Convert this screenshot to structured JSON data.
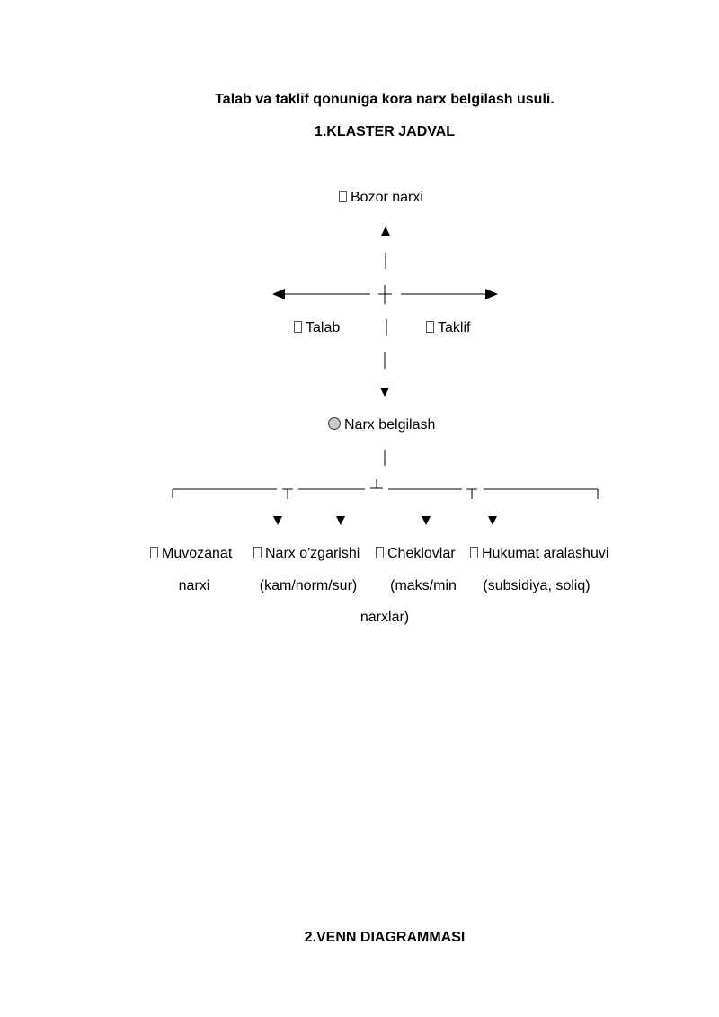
{
  "document": {
    "title": "Talab va taklif qonuniga kora narx belgilash usuli.",
    "section1_heading": "1.KLASTER JADVAL",
    "section2_heading": "2.VENN DIAGRAMMASI"
  },
  "cluster": {
    "top_node": "Bozor narxi",
    "left_node": "Talab",
    "right_node": "Taklif",
    "center_node": "Narx belgilash",
    "branches": [
      {
        "line1": "Muvozanat",
        "line2": "narxi",
        "line3": ""
      },
      {
        "line1": "Narx o'zgarishi",
        "line2": "(kam/norm/sur)",
        "line3": ""
      },
      {
        "line1": "Cheklovlar",
        "line2": "(maks/min",
        "line3": "narxlar)"
      },
      {
        "line1": "Hukumat aralashuvi",
        "line2": "(subsidiya, soliq)",
        "line3": ""
      }
    ]
  }
}
